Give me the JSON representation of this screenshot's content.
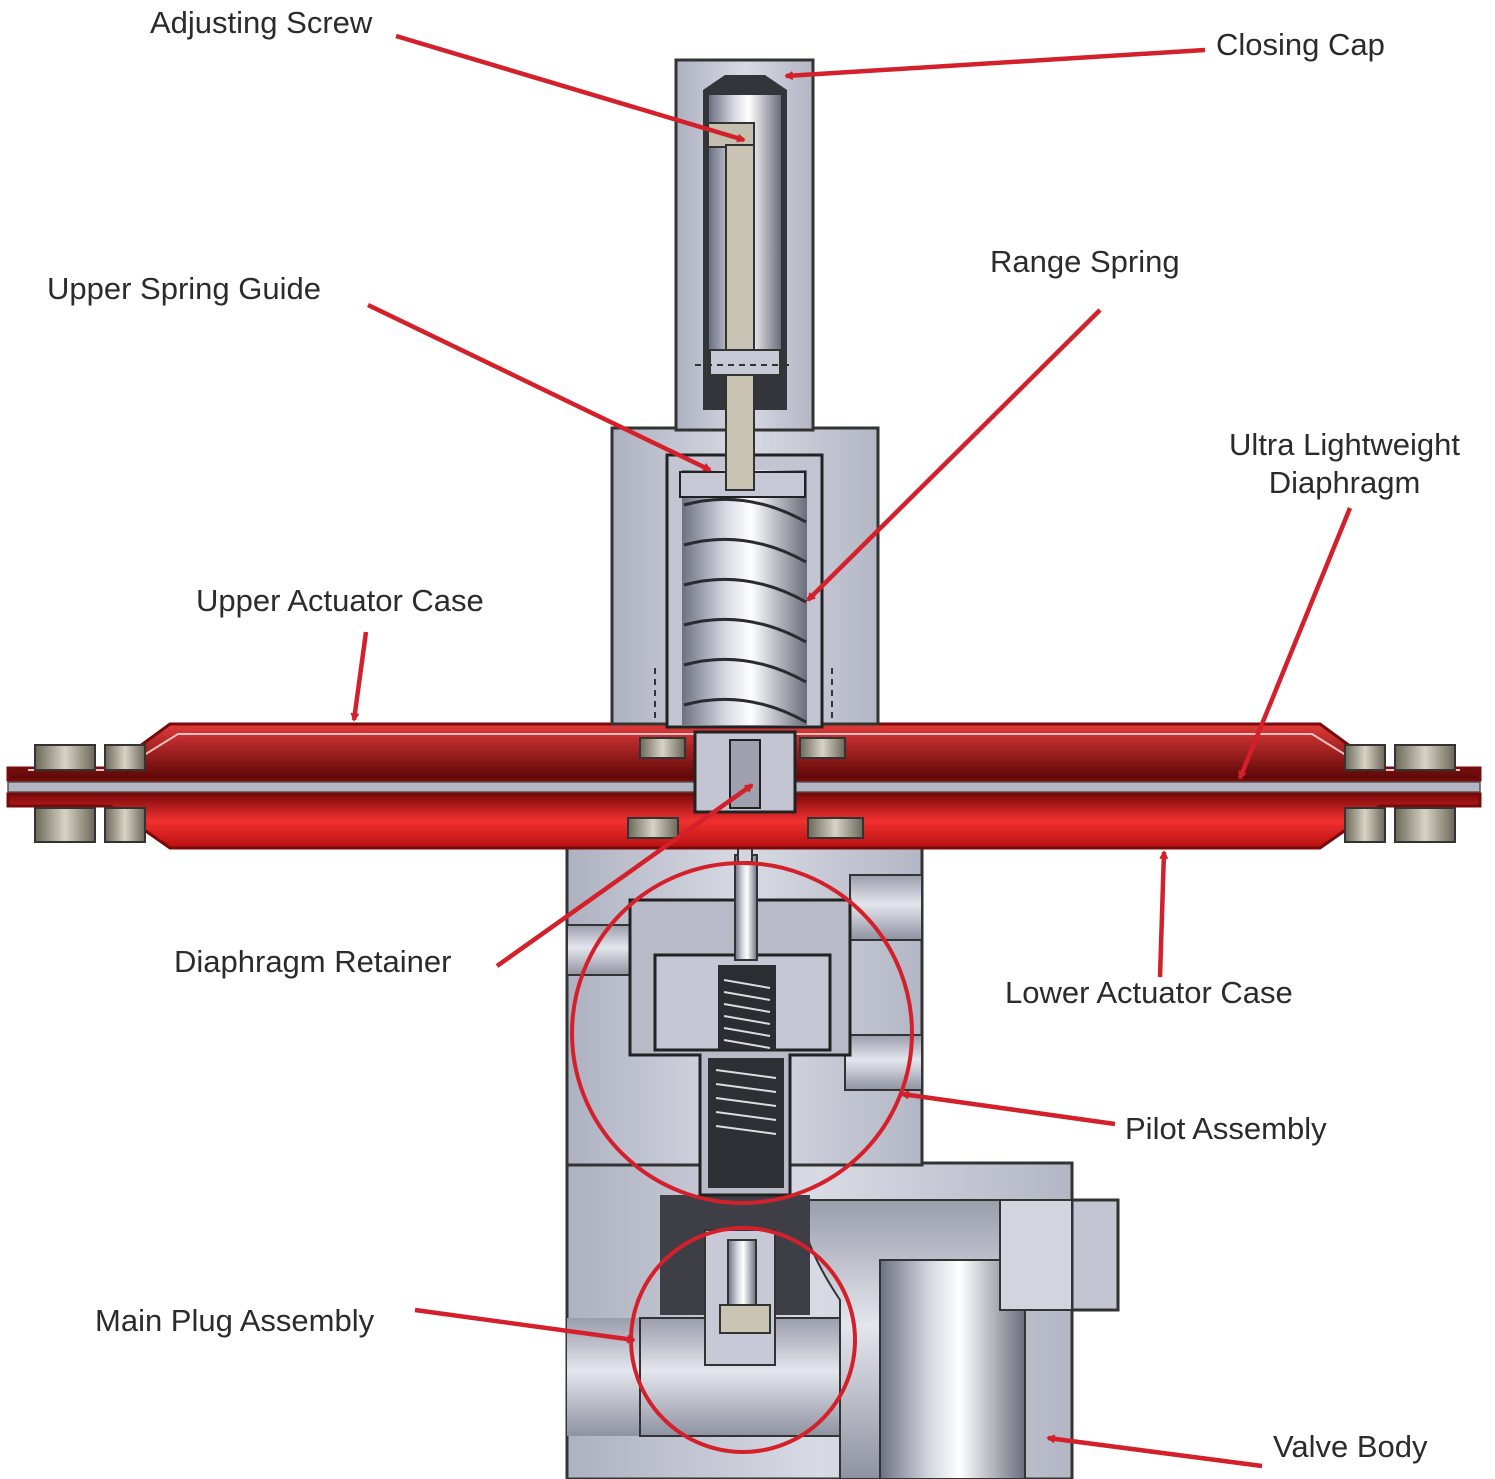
{
  "labels": {
    "adjusting_screw": "Adjusting Screw",
    "closing_cap": "Closing Cap",
    "upper_spring_guide": "Upper Spring Guide",
    "range_spring": "Range Spring",
    "ultra_lightweight": "Ultra Lightweight",
    "diaphragm": "Diaphragm",
    "upper_actuator_case": "Upper Actuator Case",
    "diaphragm_retainer": "Diaphragm Retainer",
    "lower_actuator_case": "Lower Actuator Case",
    "pilot_assembly": "Pilot Assembly",
    "main_plug_assembly": "Main Plug Assembly",
    "valve_body": "Valve Body"
  },
  "colors": {
    "callout": "#d4202a",
    "actuator_red": "#d81e24",
    "metal": "#c9cbd8",
    "metal_dark": "#4a4a55",
    "bolt": "#9a968a"
  }
}
